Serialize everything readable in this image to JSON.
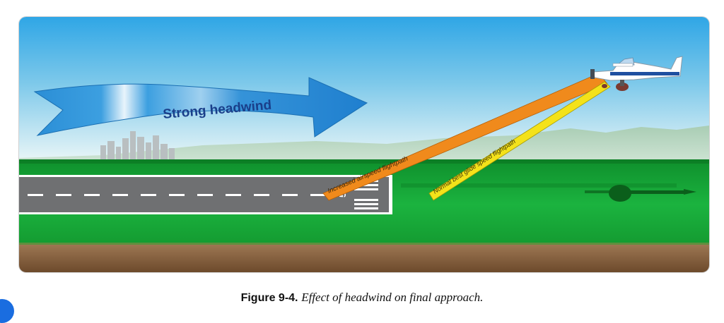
{
  "diagram": {
    "headwind_label": "Strong headwind",
    "increased_path_label": "Increased airspeed flightpath",
    "normal_path_label": "Normal best glide speed flightpath",
    "colors": {
      "sky_top": "#2fa6e6",
      "sky_bottom": "#e4f3f8",
      "grass": "#16a53a",
      "runway": "#6f7072",
      "increased_path": "#f08a1c",
      "normal_path": "#f4e21a",
      "arrow": "#2a8fd8"
    }
  },
  "caption": {
    "figure_number": "Figure 9-4.",
    "text": "Effect of headwind on final approach."
  }
}
